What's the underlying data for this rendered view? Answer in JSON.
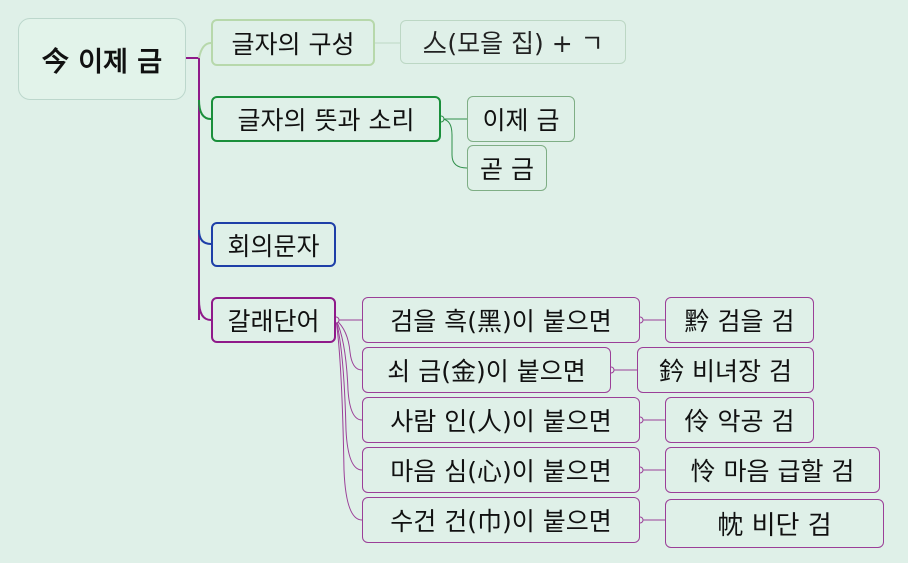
{
  "root": {
    "label": "今 이제 금"
  },
  "branches": {
    "composition": {
      "label": "글자의 구성",
      "children": [
        "亼(모을 집) + ㄱ"
      ]
    },
    "meaning": {
      "label": "글자의 뜻과 소리",
      "children": [
        "이제 금",
        "곧 금"
      ]
    },
    "type": {
      "label": "회의문자"
    },
    "derived": {
      "label": "갈래단어",
      "items": [
        {
          "rule": "검을 흑(黑)이 붙으면",
          "result": "黔 검을 검"
        },
        {
          "rule": "쇠 금(金)이 붙으면",
          "result": "鈐 비녀장 검"
        },
        {
          "rule": "사람 인(人)이 붙으면",
          "result": "伶 악공 검"
        },
        {
          "rule": "마음 심(心)이 붙으면",
          "result": "怜 마음 급할 검"
        },
        {
          "rule": "수건 건(巾)이 붙으면",
          "result": "帎  비단 검"
        }
      ]
    }
  },
  "colors": {
    "background": "#dff0e8",
    "composition": "#b7d8ab",
    "meaning": "#1a8f3b",
    "type": "#1e3fa8",
    "derived": "#8f1a8a"
  }
}
